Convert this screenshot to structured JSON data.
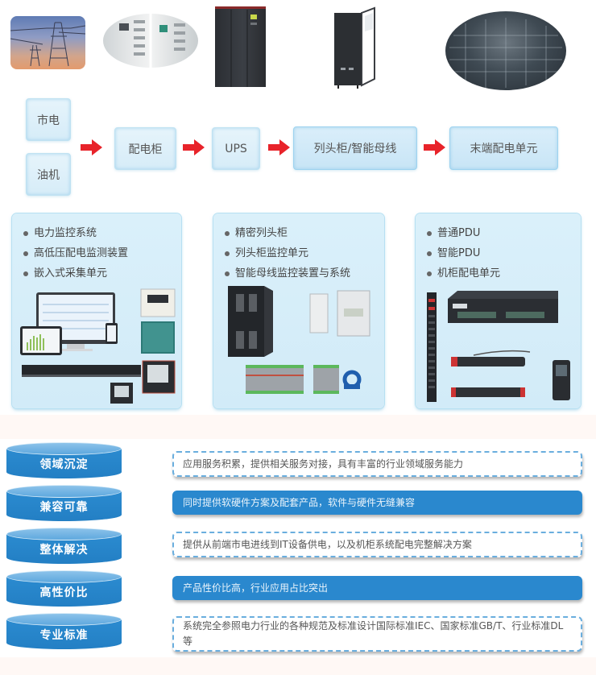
{
  "top_images": [
    {
      "name": "power-transmission-tower",
      "alt": "输电铁塔"
    },
    {
      "name": "distribution-panel",
      "alt": "配电柜"
    },
    {
      "name": "ups-cabinet",
      "alt": "UPS"
    },
    {
      "name": "column-head-cabinet",
      "alt": "列头柜"
    },
    {
      "name": "data-center-racks",
      "alt": "数据中心机柜"
    }
  ],
  "flow": {
    "sources": [
      "市电",
      "油机"
    ],
    "steps": [
      "配电柜",
      "UPS",
      "列头柜/智能母线",
      "末端配电单元"
    ],
    "arrow_color": "#e8232a",
    "box_color": "#d9eef9"
  },
  "panels": [
    {
      "items": [
        "电力监控系统",
        "高低压配电监测装置",
        "嵌入式采集单元"
      ]
    },
    {
      "items": [
        "精密列头柜",
        "列头柜监控单元",
        "智能母线监控装置与系统"
      ]
    },
    {
      "items": [
        "普通PDU",
        "智能PDU",
        "机柜配电单元"
      ]
    }
  ],
  "features": [
    {
      "title": "领域沉淀",
      "desc": "应用服务积累，提供相关服务对接，具有丰富的行业领域服务能力",
      "style": "dashed"
    },
    {
      "title": "兼容可靠",
      "desc": "同时提供软硬件方案及配套产品，软件与硬件无缝兼容",
      "style": "solid"
    },
    {
      "title": "整体解决",
      "desc": "提供从前端市电进线到IT设备供电，以及机柜系统配电完整解决方案",
      "style": "dashed"
    },
    {
      "title": "高性价比",
      "desc": "产品性价比高，行业应用占比突出",
      "style": "solid"
    },
    {
      "title": "专业标准",
      "desc": "系统完全参照电力行业的各种规范及标准设计国际标准IEC、国家标准GB/T、行业标准DL等",
      "style": "dashed"
    }
  ],
  "colors": {
    "primary_blue": "#2a88ce",
    "dashed_border": "#6aaede",
    "panel_bg": "#d6edf9",
    "strip_bg": "#fff8f5"
  }
}
